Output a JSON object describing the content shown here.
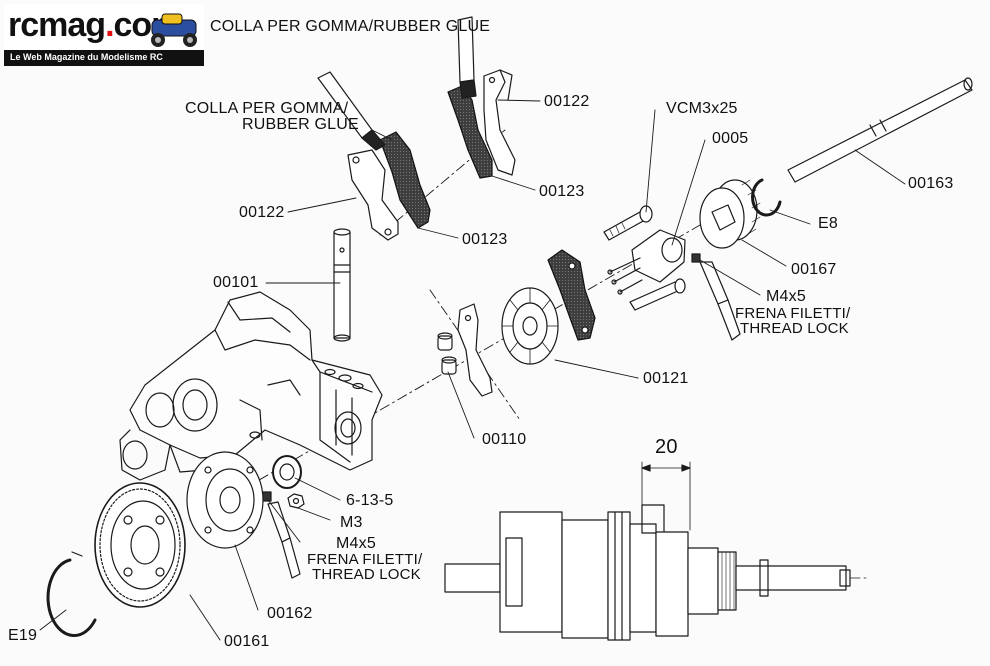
{
  "logo": {
    "name": "rcmag",
    "dot": ".",
    "tld": "com",
    "tagline": "Le Web Magazine du Modelisme RC"
  },
  "labels": {
    "glue_top": "COLLA PER GOMMA/RUBBER GLUE",
    "glue_left_1": "COLLA PER GOMMA/",
    "glue_left_2": "RUBBER GLUE",
    "p00122_top": "00122",
    "p00123_top": "00123",
    "p00122_left": "00122",
    "p00123_left": "00123",
    "p00101": "00101",
    "vcm": "VCM3x25",
    "p0005": "0005",
    "p00163": "00163",
    "e8": "E8",
    "p00167": "00167",
    "m4x5_right": "M4x5",
    "frena_right_1": "FRENA FILETTI/",
    "frena_right_2": "THREAD LOCK",
    "p00121": "00121",
    "p00110": "00110",
    "dim20": "20",
    "bearing": "6-13-5",
    "m3": "M3",
    "m4x5_left": "M4x5",
    "frena_left_1": "FRENA FILETTI/",
    "frena_left_2": "THREAD LOCK",
    "p00162": "00162",
    "p00161": "00161",
    "e19": "E19"
  },
  "colors": {
    "line": "#1a1a1a",
    "pad": "#4a4a4a",
    "logo_accent": "#e01010"
  }
}
